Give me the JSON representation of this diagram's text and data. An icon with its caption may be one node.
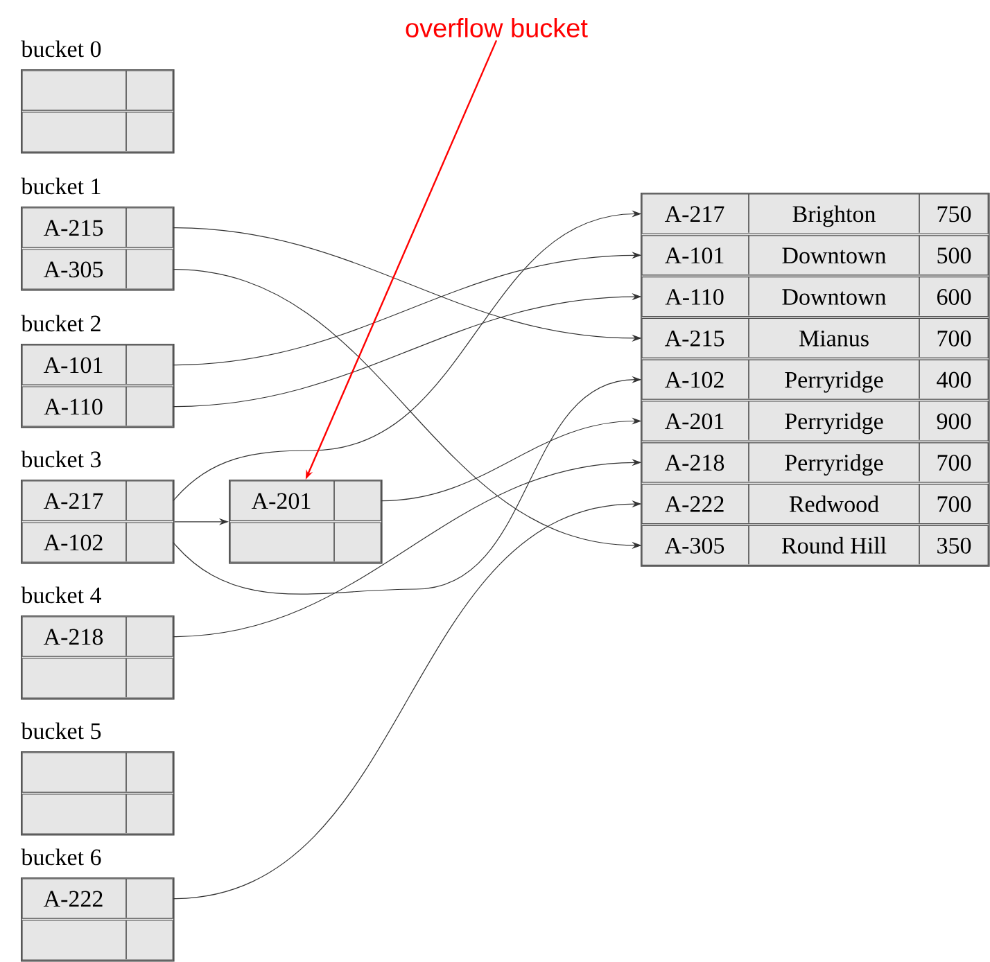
{
  "diagram": {
    "nodes": [
      {
        "text": [
          "overflow bucket"
        ]
      },
      {
        "text": [
          "bucket 0"
        ]
      },
      {
        "text": [],
        "shape": "box",
        "in": 1
      },
      {
        "text": [],
        "shape": "box",
        "in": 1
      },
      {
        "text": [
          "bucket 1"
        ]
      },
      {
        "text": [
          "A-215"
        ],
        "in": 4
      },
      {
        "text": [
          "A-305"
        ],
        "in": 4
      },
      {
        "text": [
          "bucket 2"
        ]
      },
      {
        "text": [
          "A-101"
        ],
        "in": 7
      },
      {
        "text": [
          "A-110"
        ],
        "in": 7
      },
      {
        "text": [
          "bucket 3"
        ]
      },
      {
        "text": [
          "A-217"
        ],
        "in": 10
      },
      {
        "text": [
          "A-102"
        ],
        "in": 10
      },
      {
        "text": [],
        "shape": "box"
      },
      {
        "text": [
          "A-201"
        ],
        "in": 13
      },
      {
        "text": [],
        "shape": "box",
        "in": 13
      },
      {
        "text": [
          "bucket 4"
        ]
      },
      {
        "text": [
          "A-218"
        ],
        "in": 16
      },
      {
        "text": [],
        "shape": "box",
        "in": 16
      },
      {
        "text": [
          "bucket 5"
        ]
      },
      {
        "text": [],
        "shape": "box",
        "in": 19
      },
      {
        "text": [],
        "shape": "box",
        "in": 19
      },
      {
        "text": [
          "bucket 6"
        ]
      },
      {
        "text": [
          "A-222"
        ],
        "in": 22
      },
      {
        "text": [],
        "shape": "box",
        "in": 22
      },
      {
        "text": [],
        "shape": "box"
      },
      {
        "text": [
          "A-217",
          "Brighton",
          "750"
        ],
        "in": 25
      },
      {
        "text": [
          "A-101",
          "Downtown",
          "500"
        ],
        "in": 25
      },
      {
        "text": [
          "A-110",
          "Downtown",
          "600"
        ],
        "in": 25
      },
      {
        "text": [
          "A-215",
          "Mianus",
          "700"
        ],
        "in": 25
      },
      {
        "text": [
          "A-102",
          "Perryridge",
          "400"
        ],
        "in": 25
      },
      {
        "text": [
          "A-201",
          "Perryridge",
          "900"
        ],
        "in": 25
      },
      {
        "text": [
          "A-218",
          "Perryridge",
          "700"
        ],
        "in": 25
      },
      {
        "text": [
          "A-222",
          "Redwood",
          "700"
        ],
        "in": 25
      },
      {
        "text": [
          "A-305",
          "Round Hill",
          "350"
        ],
        "in": 25
      }
    ],
    "edges": [
      {
        "from": 5,
        "to": 29,
        "arrow": "to"
      },
      {
        "from": 6,
        "to": 34,
        "arrow": "to"
      },
      {
        "from": 8,
        "to": 27,
        "arrow": "to"
      },
      {
        "from": 9,
        "to": 28,
        "arrow": "to"
      },
      {
        "from": 11,
        "to": 26,
        "arrow": "to"
      },
      {
        "from": 12,
        "to": 30,
        "arrow": "to"
      },
      {
        "from": 10,
        "to": 13,
        "arrow": "to"
      },
      {
        "from": 14,
        "to": 31,
        "arrow": "to"
      },
      {
        "from": 17,
        "to": 32,
        "arrow": "to"
      },
      {
        "from": 23,
        "to": 33,
        "arrow": "to"
      },
      {
        "from": 0,
        "to": 13,
        "arrow": "to",
        "color": "#ff0000"
      }
    ]
  }
}
